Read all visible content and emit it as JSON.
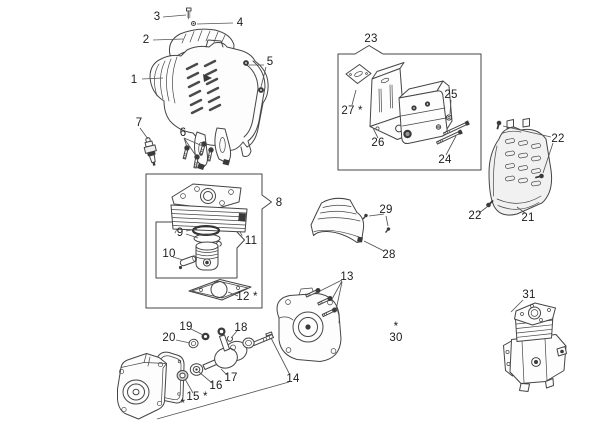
{
  "diagram": {
    "background_color": "#ffffff",
    "line_color": "#454545",
    "label_color": "#1c1c1c",
    "callouts": [
      {
        "label": "1"
      },
      {
        "label": "2"
      },
      {
        "label": "3"
      },
      {
        "label": "4"
      },
      {
        "label": "5"
      },
      {
        "label": "6"
      },
      {
        "label": "7"
      },
      {
        "label": "8"
      },
      {
        "label": "9"
      },
      {
        "label": "10"
      },
      {
        "label": "11"
      },
      {
        "label": "12 *"
      },
      {
        "label": "13"
      },
      {
        "label": "14"
      },
      {
        "label": "15 *"
      },
      {
        "label": "16"
      },
      {
        "label": "17"
      },
      {
        "label": "18"
      },
      {
        "label": "19"
      },
      {
        "label": "20"
      },
      {
        "label": "21"
      },
      {
        "label": "22"
      },
      {
        "label": "22"
      },
      {
        "label": "23"
      },
      {
        "label": "24"
      },
      {
        "label": "25"
      },
      {
        "label": "26"
      },
      {
        "label": "27 *"
      },
      {
        "label": "28"
      },
      {
        "label": "29"
      },
      {
        "label": "30"
      },
      {
        "label": "31"
      },
      {
        "label": "*"
      },
      {
        "label": "*"
      }
    ]
  }
}
